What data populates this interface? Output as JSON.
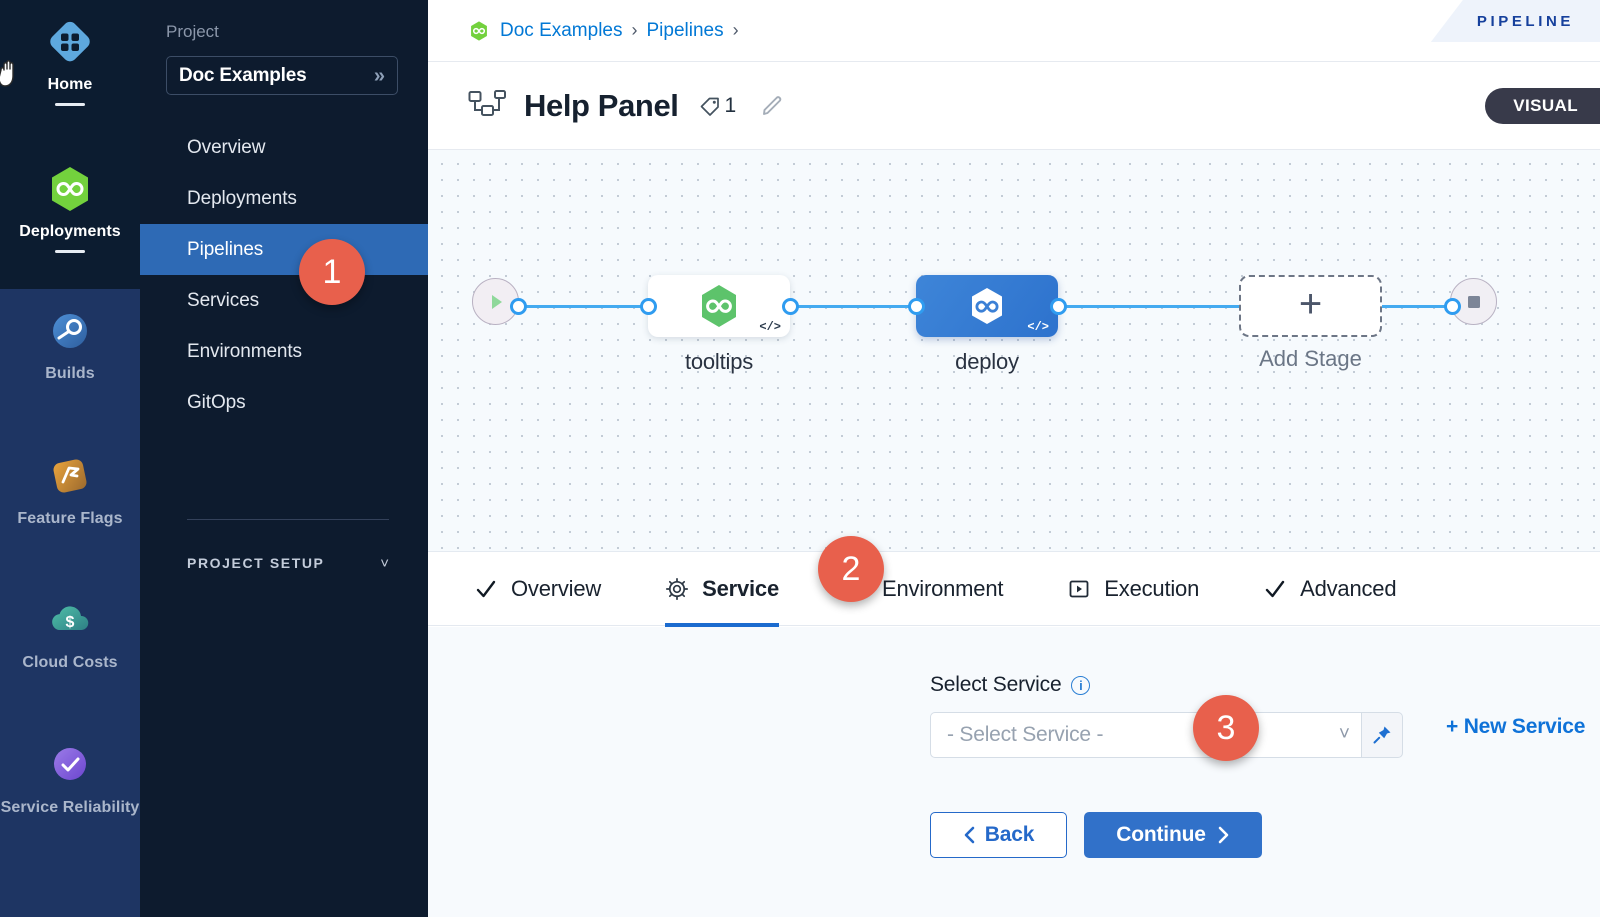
{
  "module_rail": {
    "items": [
      {
        "label": "Home",
        "icon": "home-grid-icon",
        "active": true,
        "underline": true
      },
      {
        "label": "Deployments",
        "icon": "deployments-infinity-icon",
        "active": true,
        "underline": true
      },
      {
        "label": "Builds",
        "icon": "builds-icon",
        "active": false,
        "underline": false
      },
      {
        "label": "Feature Flags",
        "icon": "feature-flags-icon",
        "active": false,
        "underline": false
      },
      {
        "label": "Cloud Costs",
        "icon": "cloud-costs-icon",
        "active": false,
        "underline": false
      },
      {
        "label": "Service Reliability",
        "icon": "service-reliability-icon",
        "active": false,
        "underline": false
      }
    ]
  },
  "project_sidebar": {
    "section_label": "Project",
    "selected_project": "Doc Examples",
    "expand_icon": "chevron-double-right-icon",
    "nav_items": [
      {
        "label": "Overview",
        "selected": false
      },
      {
        "label": "Deployments",
        "selected": false
      },
      {
        "label": "Pipelines",
        "selected": true
      },
      {
        "label": "Services",
        "selected": false
      },
      {
        "label": "Environments",
        "selected": false
      },
      {
        "label": "GitOps",
        "selected": false
      }
    ],
    "project_setup_label": "PROJECT SETUP",
    "project_setup_icon": "chevron-down-icon"
  },
  "breadcrumb": {
    "logo_icon": "harness-logo-icon",
    "items": [
      "Doc Examples",
      "Pipelines"
    ],
    "separator": "›"
  },
  "ribbon": {
    "text": "PIPELINE"
  },
  "title_bar": {
    "icon": "pipeline-graph-icon",
    "title": "Help Panel",
    "tag_icon": "tag-icon",
    "tag_count": "1",
    "edit_icon": "pencil-icon",
    "mode_badge": "VISUAL"
  },
  "canvas": {
    "start_node": {
      "icon": "play-icon",
      "name": "pipeline-start"
    },
    "end_node": {
      "icon": "stop-icon",
      "name": "pipeline-end"
    },
    "stages": [
      {
        "label": "tooltips",
        "icon": "harness-hex-green-icon",
        "code_badge": "</>",
        "style": "white"
      },
      {
        "label": "deploy",
        "icon": "harness-hex-white-icon",
        "code_badge": "</>",
        "style": "blue"
      }
    ],
    "add_stage": {
      "label": "Add Stage",
      "icon": "plus-icon"
    }
  },
  "tabs": [
    {
      "label": "Overview",
      "icon": "check-icon",
      "active": false
    },
    {
      "label": "Service",
      "icon": "gear-icon",
      "active": true
    },
    {
      "label": "Environment",
      "icon": "layers-icon",
      "active": false
    },
    {
      "label": "Execution",
      "icon": "play-box-icon",
      "active": false
    },
    {
      "label": "Advanced",
      "icon": "check-icon",
      "active": false
    }
  ],
  "form": {
    "field_label": "Select Service",
    "info_icon": "info-icon",
    "info_glyph": "i",
    "select_placeholder": "- Select Service -",
    "select_chevron_icon": "chevron-down-icon",
    "pin_icon": "pin-icon",
    "new_service_label": "+ New Service",
    "back_label": "Back",
    "back_icon": "chevron-left-icon",
    "continue_label": "Continue",
    "continue_icon": "chevron-right-icon"
  },
  "callouts": [
    {
      "number": "1"
    },
    {
      "number": "2"
    },
    {
      "number": "3"
    }
  ],
  "colors": {
    "rail_dark": "#0C1C30",
    "rail_blue": "#1E3563",
    "sidebar_bg": "#0D1B2E",
    "selected_nav": "#2E6AB5",
    "accent_blue": "#0278D5",
    "primary_button": "#3171C9",
    "callout_red": "#E8604C",
    "connector_blue": "#44AAF0",
    "stage_green": "#5DC36B",
    "badge_dark": "#383A4A"
  }
}
